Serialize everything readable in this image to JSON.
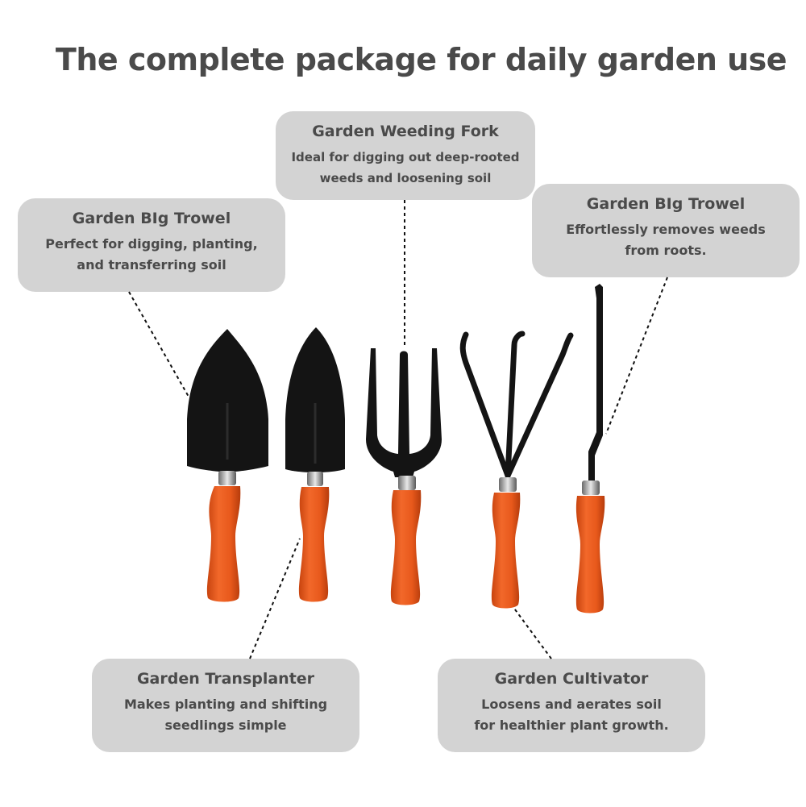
{
  "title": "The complete package for daily garden use",
  "callouts": {
    "big_trowel_left": {
      "name": "Garden BIg Trowel",
      "desc_1": "Perfect for digging, planting,",
      "desc_2": "and transferring soil"
    },
    "weeding_fork": {
      "name": "Garden Weeding Fork",
      "desc_1": "Ideal for digging out deep-rooted",
      "desc_2": "weeds and loosening soil"
    },
    "big_trowel_right": {
      "name": "Garden BIg Trowel",
      "desc_1": "Effortlessly removes weeds",
      "desc_2": "from roots."
    },
    "transplanter": {
      "name": "Garden Transplanter",
      "desc_1": "Makes planting and shifting",
      "desc_2": "seedlings simple"
    },
    "cultivator": {
      "name": "Garden Cultivator",
      "desc_1": "Loosens and aerates soil",
      "desc_2": "for healthier plant growth."
    }
  },
  "colors": {
    "handle": "#e8591c",
    "metal": "#141414",
    "callout_bg": "#d3d3d3",
    "text": "#4a4a4a"
  }
}
